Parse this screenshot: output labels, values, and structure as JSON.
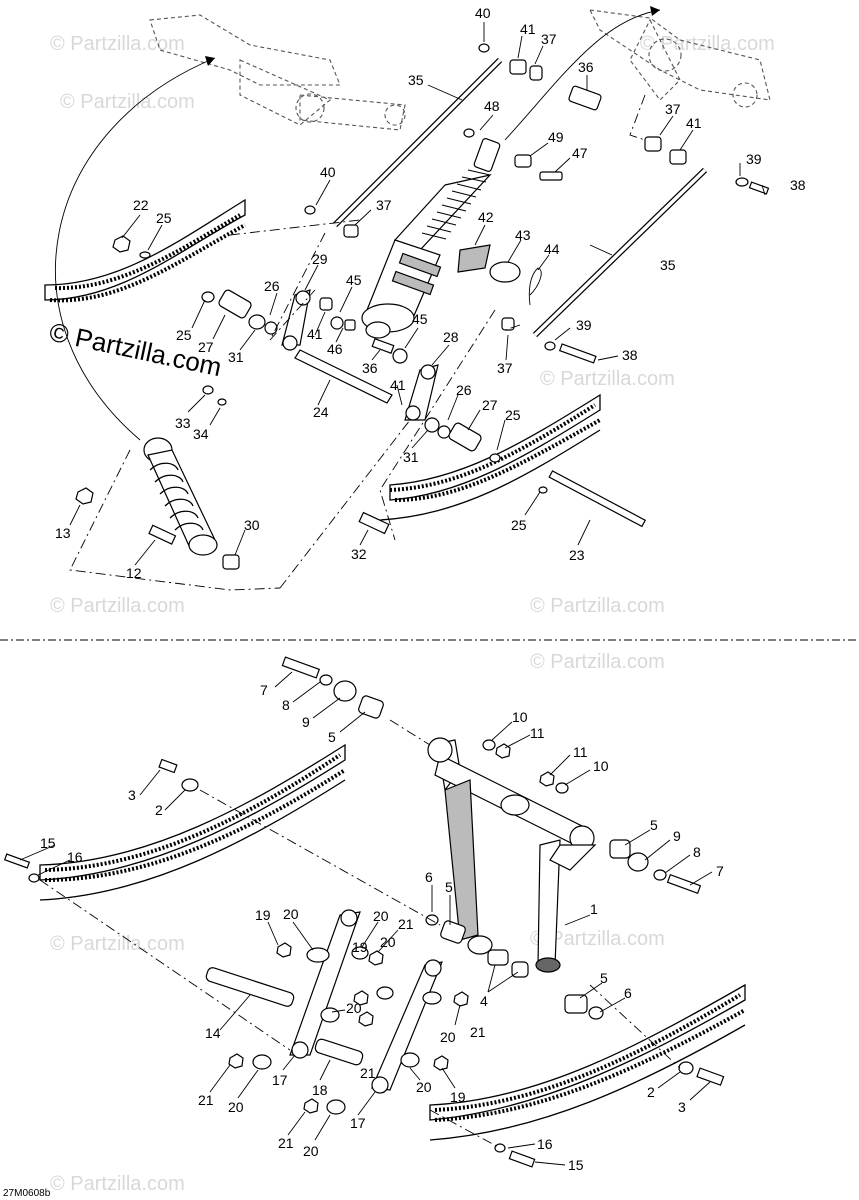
{
  "watermarks": [
    "© Partzilla.com",
    "© Partzilla.com",
    "© Partzilla.com",
    "© Partzilla.com",
    "© Partzilla.com",
    "© Partzilla.com",
    "© Partzilla.com",
    "© Partzilla.com",
    "© Partzilla.com",
    "© Partzilla.com"
  ],
  "main_watermark": "© Partzilla.com",
  "drawing_code": "27M0608b",
  "callouts": [
    "40",
    "41",
    "37",
    "35",
    "36",
    "48",
    "49",
    "47",
    "37",
    "41",
    "39",
    "38",
    "40",
    "37",
    "22",
    "25",
    "42",
    "43",
    "44",
    "35",
    "29",
    "26",
    "45",
    "25",
    "27",
    "31",
    "41",
    "46",
    "45",
    "36",
    "28",
    "39",
    "38",
    "37",
    "41",
    "33",
    "34",
    "24",
    "26",
    "27",
    "25",
    "31",
    "13",
    "30",
    "12",
    "32",
    "25",
    "23",
    "7",
    "8",
    "9",
    "5",
    "10",
    "11",
    "11",
    "10",
    "3",
    "2",
    "5",
    "9",
    "8",
    "7",
    "15",
    "16",
    "6",
    "5",
    "1",
    "19",
    "20",
    "20",
    "21",
    "19",
    "20",
    "4",
    "5",
    "6",
    "20",
    "21",
    "14",
    "20",
    "21",
    "17",
    "18",
    "20",
    "19",
    "17",
    "21",
    "20",
    "2",
    "3",
    "21",
    "20",
    "16",
    "15"
  ]
}
